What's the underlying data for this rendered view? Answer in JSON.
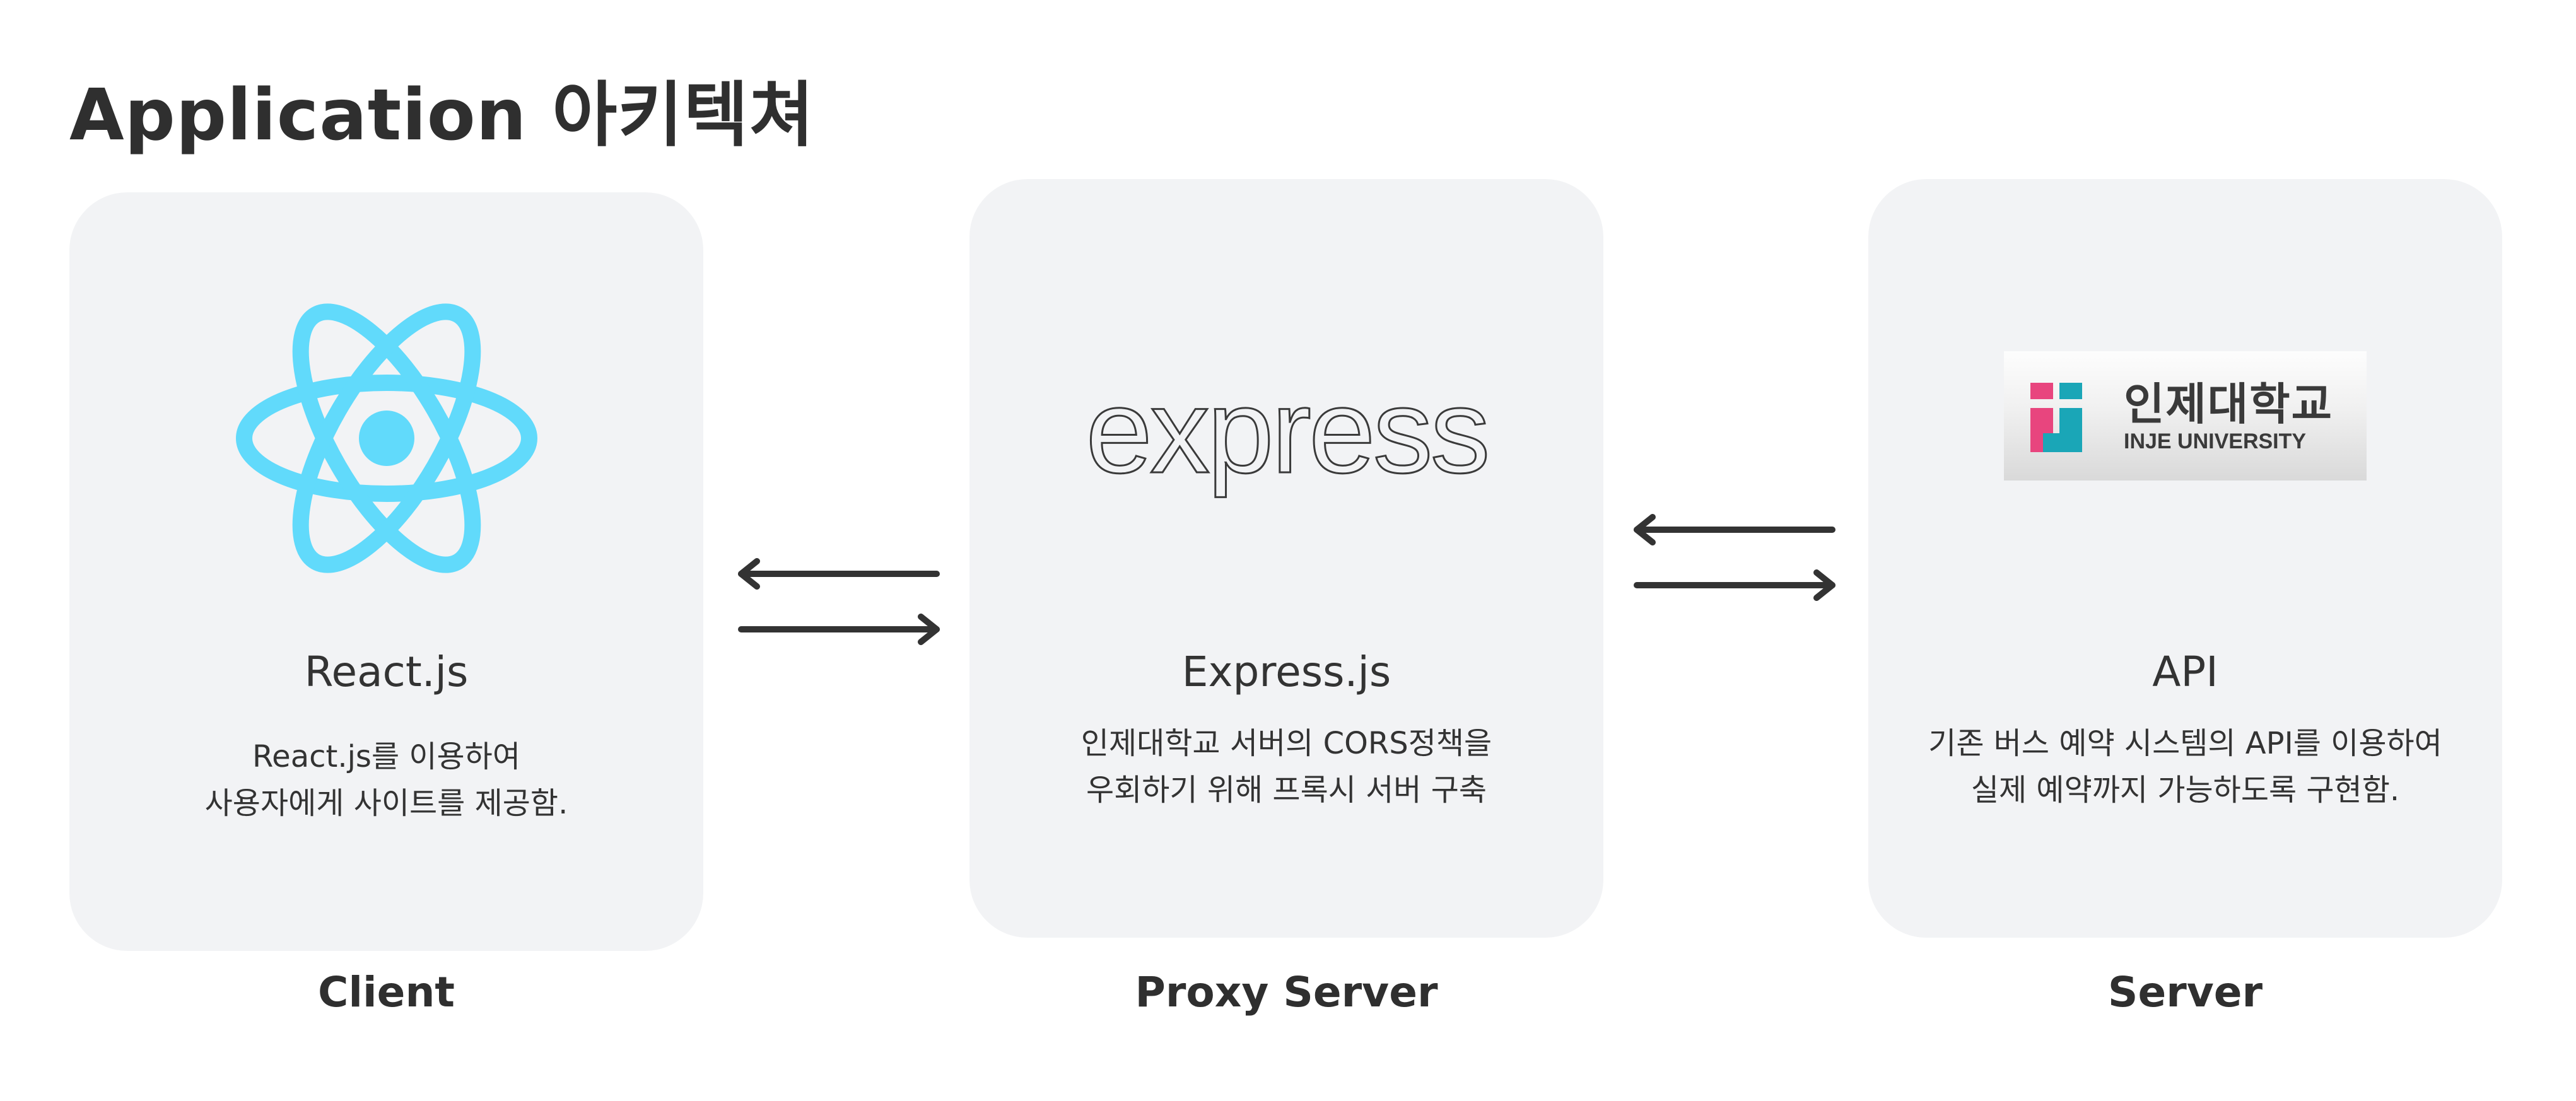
{
  "title": "Application 아키텍쳐",
  "colors": {
    "card_background": "#f2f3f5",
    "react_blue": "#61dafb",
    "text_dark": "#333333",
    "arrow": "#333333",
    "inje_pink": "#e8457e",
    "inje_teal": "#1aa6b7"
  },
  "nodes": [
    {
      "id": "client",
      "logo_icon": "react-logo-icon",
      "name": "React.js",
      "desc_lines": [
        "React.js를 이용하여",
        "사용자에게 사이트를 제공함."
      ],
      "label": "Client"
    },
    {
      "id": "proxy",
      "logo_icon": "express-logo-icon",
      "logo_text": "express",
      "name": "Express.js",
      "desc_lines": [
        "인제대학교 서버의 CORS정책을",
        "우회하기 위해 프록시 서버 구축"
      ],
      "label": "Proxy Server"
    },
    {
      "id": "server",
      "logo_icon": "inje-university-logo-icon",
      "logo_text_ko": "인제대학교",
      "logo_text_en": "INJE UNIVERSITY",
      "name": "API",
      "desc_lines": [
        "기존 버스 예약 시스템의 API를 이용하여",
        "실제 예약까지 가능하도록 구현함."
      ],
      "label": "Server"
    }
  ],
  "edges": [
    {
      "from": "client",
      "to": "proxy",
      "direction": "bidirectional"
    },
    {
      "from": "proxy",
      "to": "server",
      "direction": "bidirectional"
    }
  ]
}
